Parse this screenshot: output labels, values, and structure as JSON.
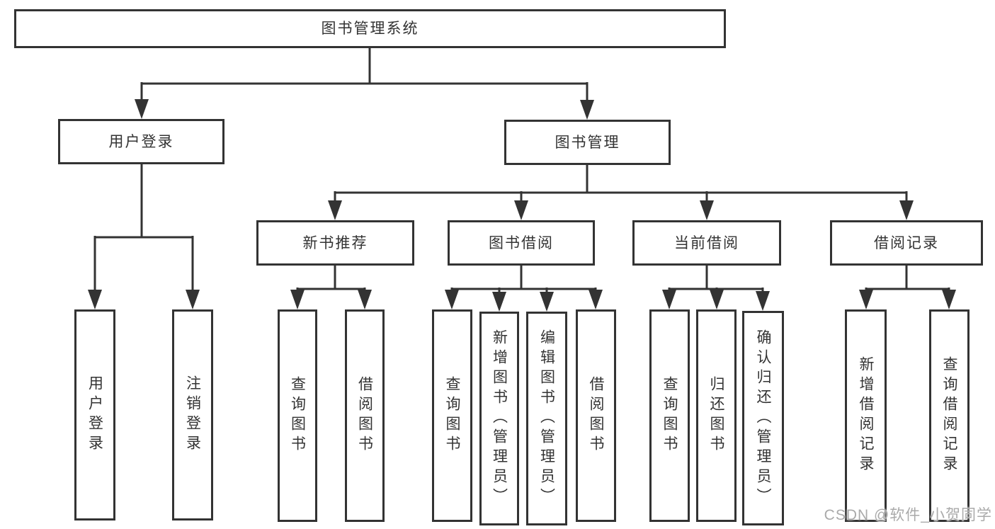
{
  "diagram_title": "图书管理系统",
  "watermark": "CSDN @软件_小贺同学",
  "colors": {
    "line": "#333333",
    "box_border": "#333333",
    "text": "#333333",
    "watermark": "#aaaaaa",
    "background": "#ffffff"
  },
  "tree": {
    "label": "图书管理系统",
    "children": [
      {
        "label": "用户登录",
        "children": [
          {
            "label": "用户登录"
          },
          {
            "label": "注销登录"
          }
        ]
      },
      {
        "label": "图书管理",
        "children": [
          {
            "label": "新书推荐",
            "children": [
              {
                "label": "查询图书"
              },
              {
                "label": "借阅图书"
              }
            ]
          },
          {
            "label": "图书借阅",
            "children": [
              {
                "label": "查询图书"
              },
              {
                "label": "新增图书（管理员）"
              },
              {
                "label": "编辑图书（管理员）"
              },
              {
                "label": "借阅图书"
              }
            ]
          },
          {
            "label": "当前借阅",
            "children": [
              {
                "label": "查询图书"
              },
              {
                "label": "归还图书"
              },
              {
                "label": "确认归还（管理员）"
              }
            ]
          },
          {
            "label": "借阅记录",
            "children": [
              {
                "label": "新增借阅记录"
              },
              {
                "label": "查询借阅记录"
              }
            ]
          }
        ]
      }
    ]
  }
}
